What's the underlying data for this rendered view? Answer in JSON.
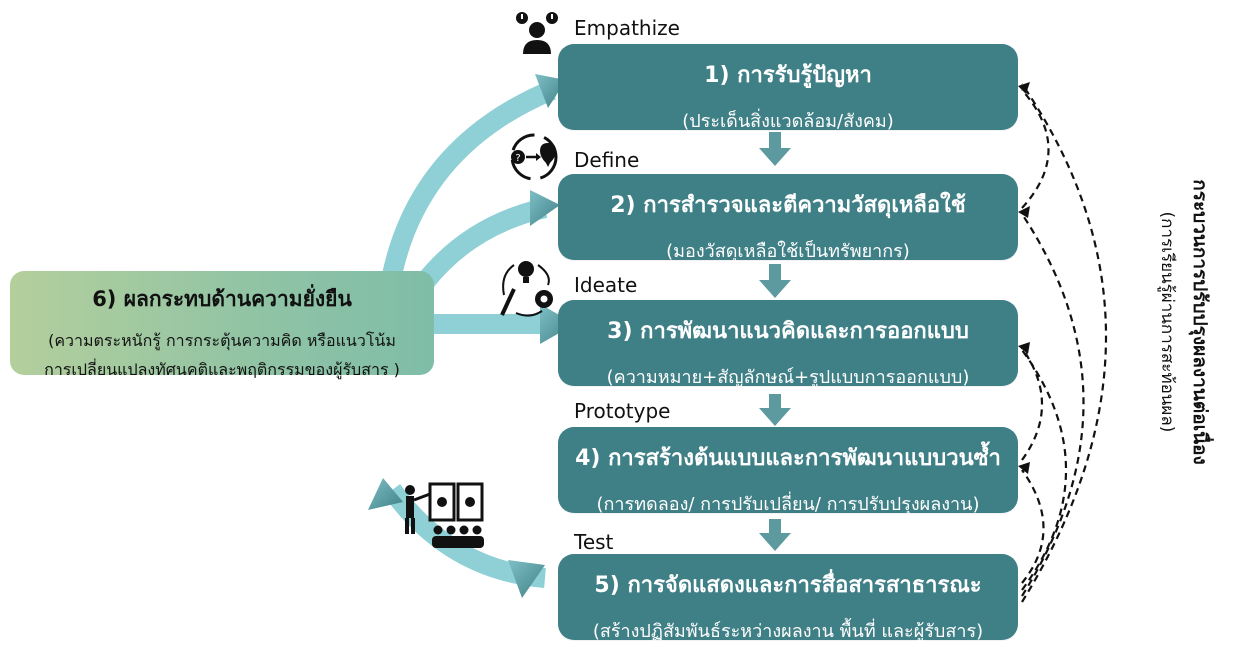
{
  "stages": [
    {
      "label": "Empathize",
      "icon": "person-exclamation-icon"
    },
    {
      "label": "Define",
      "icon": "question-to-check-cycle-icon"
    },
    {
      "label": "Ideate",
      "icon": "bulb-pencil-gear-icon"
    },
    {
      "label": "Prototype",
      "icon": ""
    },
    {
      "label": "Test",
      "icon": "presenter-audience-icon"
    }
  ],
  "steps": [
    {
      "title": "1) การรับรู้ปัญหา",
      "subtitle": "(ประเด็นสิ่งแวดล้อม/สังคม)"
    },
    {
      "title": "2) การสำรวจและตีความวัสดุเหลือใช้",
      "subtitle": "(มองวัสดุเหลือใช้เป็นทรัพยากร)"
    },
    {
      "title": "3) การพัฒนาแนวคิดและการออกแบบ",
      "subtitle": "(ความหมาย+สัญลักษณ์+รูปแบบการออกแบบ)"
    },
    {
      "title": "4) การสร้างต้นแบบและการพัฒนาแบบวนซ้ำ",
      "subtitle": "(การทดลอง/ การปรับเปลี่ยน/ การปรับปรุงผลงาน)"
    },
    {
      "title": "5) การจัดแสดงและการสื่อสารสาธารณะ",
      "subtitle": "(สร้างปฏิสัมพันธ์ระหว่างผลงาน พื้นที่ และผู้รับสาร)"
    }
  ],
  "impact": {
    "title": "6) ผลกระทบด้านความยั่งยืน",
    "line1": "(ความตระหนักรู้ การกระตุ้นความคิด หรือแนวโน้ม",
    "line2": "การเปลี่ยนแปลงทัศนคติและพฤติกรรมของผู้รับสาร )"
  },
  "feedback": {
    "title": "กระบวนการปรับปรุงผลงานต่อเนื่อง",
    "subtitle": "(การเรียนรู้ผ่านการสะท้อนผล)"
  },
  "colors": {
    "step_fill": "#3f7f86",
    "arrow_light": "#8ed0d6",
    "arrow_head": "#4e8f96",
    "impact_left": "#b4cf9c",
    "impact_right": "#7fbda8"
  }
}
